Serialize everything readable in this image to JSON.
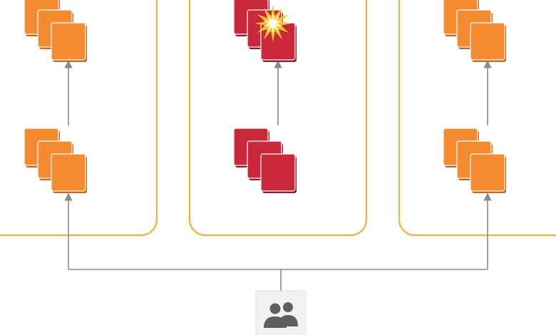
{
  "colors": {
    "cell_border": "#F3B23F",
    "healthy_front": "#F58B30",
    "healthy_side": "#C8661E",
    "failed_front": "#C9283A",
    "failed_side": "#8F1C28",
    "connector": "#8A8A8A",
    "users_icon": "#5E5E5E",
    "users_box": "#F2F2F2",
    "burst_outer": "#F4C22A",
    "burst_inner": "#FFF6C2"
  },
  "cells": [
    {
      "status": "healthy",
      "name": "cell-left"
    },
    {
      "status": "failed",
      "name": "cell-middle"
    },
    {
      "status": "healthy",
      "name": "cell-right"
    }
  ],
  "tiers": [
    "upper-resource-stack",
    "lower-resource-stack"
  ],
  "icons": {
    "users": "users-icon",
    "failure": "explosion-icon"
  }
}
